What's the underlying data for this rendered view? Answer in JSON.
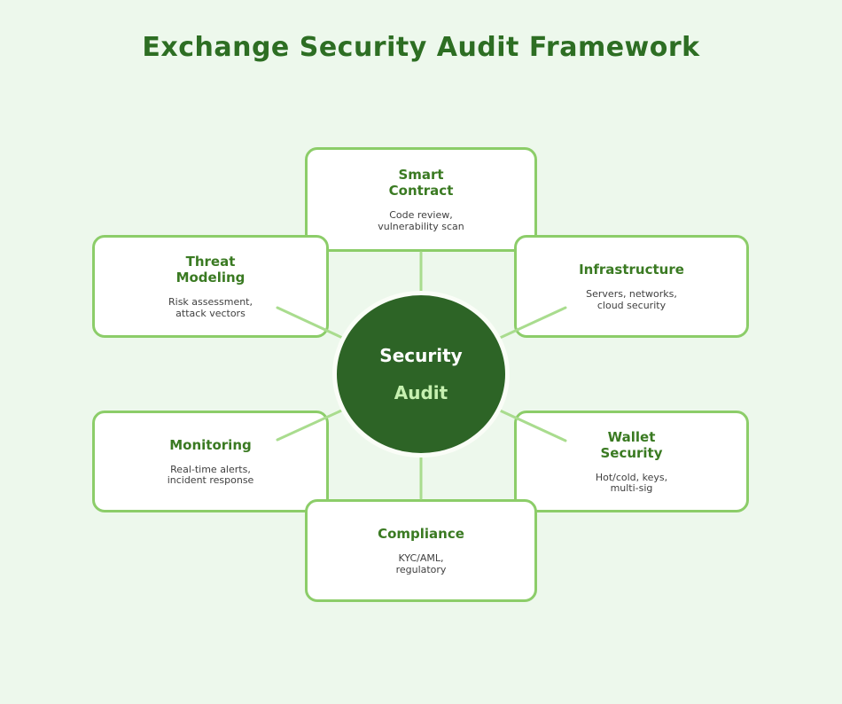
{
  "title": "Exchange Security Audit Framework",
  "center": {
    "line1": "Security",
    "line2": "Audit"
  },
  "nodes": [
    {
      "id": "smart-contract",
      "title": "Smart\nContract",
      "subtitle": "Code review,\nvulnerability scan"
    },
    {
      "id": "threat-modeling",
      "title": "Threat\nModeling",
      "subtitle": "Risk assessment,\nattack vectors"
    },
    {
      "id": "infrastructure",
      "title": "Infrastructure",
      "subtitle": "Servers, networks,\ncloud security"
    },
    {
      "id": "monitoring",
      "title": "Monitoring",
      "subtitle": "Real-time alerts,\nincident response"
    },
    {
      "id": "wallet-security",
      "title": "Wallet\nSecurity",
      "subtitle": "Hot/cold, keys,\nmulti-sig"
    },
    {
      "id": "compliance",
      "title": "Compliance",
      "subtitle": "KYC/AML,\nregulatory"
    }
  ],
  "colors": {
    "background": "#edf8ec",
    "box_border": "#8ccd69",
    "box_background": "#ffffff",
    "connector_line": "#a9dc8e",
    "circle_fill": "#2d6426",
    "circle_halo": "#fafdf7",
    "heading_green": "#2d6e23",
    "node_title_green": "#3a7a22",
    "subtitle_gray": "#404040",
    "circle_accent_text": "#c6f0b0"
  }
}
